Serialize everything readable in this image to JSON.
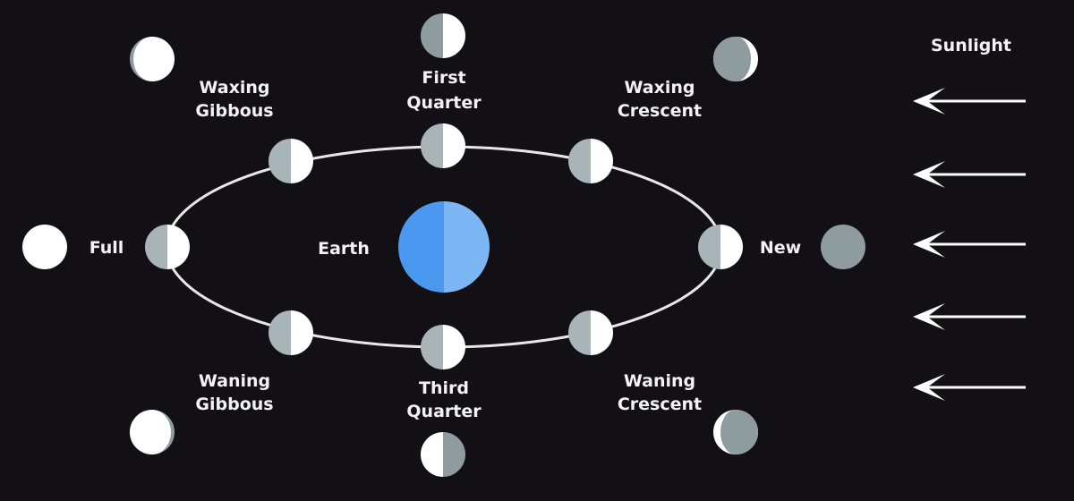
{
  "labels": {
    "sunlight": "Sunlight",
    "earth": "Earth",
    "full": "Full",
    "new": "New",
    "waxing_gibbous": [
      "Waxing",
      "Gibbous"
    ],
    "first_quarter": [
      "First",
      "Quarter"
    ],
    "waxing_crescent": [
      "Waxing",
      "Crescent"
    ],
    "waning_gibbous": [
      "Waning",
      "Gibbous"
    ],
    "third_quarter": [
      "Third",
      "Quarter"
    ],
    "waning_crescent": [
      "Waning",
      "Crescent"
    ]
  },
  "colors": {
    "background": "#121015",
    "moon_dark": "#8e9ca0",
    "moon_lit": "#ffffff",
    "earth_left": "#4a98f0",
    "earth_right": "#7db6f5",
    "orbit": "#e8e8e8"
  }
}
